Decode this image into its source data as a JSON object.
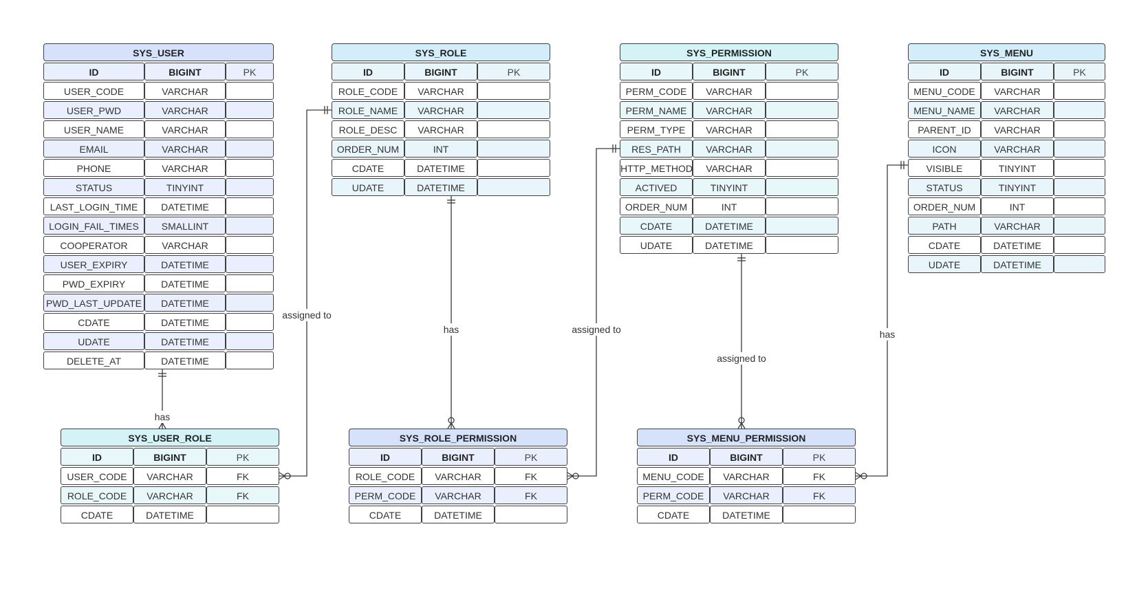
{
  "diagram": {
    "tables": [
      {
        "name": "SYS_USER",
        "title_color": "#d6e1fa",
        "alt_color": "#e9effc",
        "key_column_header": "PK",
        "rows": [
          [
            "ID",
            "BIGINT",
            "PK"
          ],
          [
            "USER_CODE",
            "VARCHAR",
            ""
          ],
          [
            "USER_PWD",
            "VARCHAR",
            ""
          ],
          [
            "USER_NAME",
            "VARCHAR",
            ""
          ],
          [
            "EMAIL",
            "VARCHAR",
            ""
          ],
          [
            "PHONE",
            "VARCHAR",
            ""
          ],
          [
            "STATUS",
            "TINYINT",
            ""
          ],
          [
            "LAST_LOGIN_TIME",
            "DATETIME",
            ""
          ],
          [
            "LOGIN_FAIL_TIMES",
            "SMALLINT",
            ""
          ],
          [
            "COOPERATOR",
            "VARCHAR",
            ""
          ],
          [
            "USER_EXPIRY",
            "DATETIME",
            ""
          ],
          [
            "PWD_EXPIRY",
            "DATETIME",
            ""
          ],
          [
            "PWD_LAST_UPDATE",
            "DATETIME",
            ""
          ],
          [
            "CDATE",
            "DATETIME",
            ""
          ],
          [
            "UDATE",
            "DATETIME",
            ""
          ],
          [
            "DELETE_AT",
            "DATETIME",
            ""
          ]
        ]
      },
      {
        "name": "SYS_ROLE",
        "title_color": "#d3eefa",
        "alt_color": "#e8f6fc",
        "rows": [
          [
            "ID",
            "BIGINT",
            "PK"
          ],
          [
            "ROLE_CODE",
            "VARCHAR",
            ""
          ],
          [
            "ROLE_NAME",
            "VARCHAR",
            ""
          ],
          [
            "ROLE_DESC",
            "VARCHAR",
            ""
          ],
          [
            "ORDER_NUM",
            "INT",
            ""
          ],
          [
            "CDATE",
            "DATETIME",
            ""
          ],
          [
            "UDATE",
            "DATETIME",
            ""
          ]
        ]
      },
      {
        "name": "SYS_PERMISSION",
        "title_color": "#d3f3f7",
        "alt_color": "#e8f8fa",
        "rows": [
          [
            "ID",
            "BIGINT",
            "PK"
          ],
          [
            "PERM_CODE",
            "VARCHAR",
            ""
          ],
          [
            "PERM_NAME",
            "VARCHAR",
            ""
          ],
          [
            "PERM_TYPE",
            "VARCHAR",
            ""
          ],
          [
            "RES_PATH",
            "VARCHAR",
            ""
          ],
          [
            "HTTP_METHOD",
            "VARCHAR",
            ""
          ],
          [
            "ACTIVED",
            "TINYINT",
            ""
          ],
          [
            "ORDER_NUM",
            "INT",
            ""
          ],
          [
            "CDATE",
            "DATETIME",
            ""
          ],
          [
            "UDATE",
            "DATETIME",
            ""
          ]
        ]
      },
      {
        "name": "SYS_MENU",
        "title_color": "#d3eefa",
        "alt_color": "#e8f6fc",
        "rows": [
          [
            "ID",
            "BIGINT",
            "PK"
          ],
          [
            "MENU_CODE",
            "VARCHAR",
            ""
          ],
          [
            "MENU_NAME",
            "VARCHAR",
            ""
          ],
          [
            "PARENT_ID",
            "VARCHAR",
            ""
          ],
          [
            "ICON",
            "VARCHAR",
            ""
          ],
          [
            "VISIBLE",
            "TINYINT",
            ""
          ],
          [
            "STATUS",
            "TINYINT",
            ""
          ],
          [
            "ORDER_NUM",
            "INT",
            ""
          ],
          [
            "PATH",
            "VARCHAR",
            ""
          ],
          [
            "CDATE",
            "DATETIME",
            ""
          ],
          [
            "UDATE",
            "DATETIME",
            ""
          ]
        ]
      },
      {
        "name": "SYS_USER_ROLE",
        "title_color": "#d3f3f7",
        "alt_color": "#e8f8fa",
        "rows": [
          [
            "ID",
            "BIGINT",
            "PK"
          ],
          [
            "USER_CODE",
            "VARCHAR",
            "FK"
          ],
          [
            "ROLE_CODE",
            "VARCHAR",
            "FK"
          ],
          [
            "CDATE",
            "DATETIME",
            ""
          ]
        ]
      },
      {
        "name": "SYS_ROLE_PERMISSION",
        "title_color": "#d6e1fa",
        "alt_color": "#e9effc",
        "rows": [
          [
            "ID",
            "BIGINT",
            "PK"
          ],
          [
            "ROLE_CODE",
            "VARCHAR",
            "FK"
          ],
          [
            "PERM_CODE",
            "VARCHAR",
            "FK"
          ],
          [
            "CDATE",
            "DATETIME",
            ""
          ]
        ]
      },
      {
        "name": "SYS_MENU_PERMISSION",
        "title_color": "#d6e1fa",
        "alt_color": "#e9effc",
        "rows": [
          [
            "ID",
            "BIGINT",
            "PK"
          ],
          [
            "MENU_CODE",
            "VARCHAR",
            "FK"
          ],
          [
            "PERM_CODE",
            "VARCHAR",
            "FK"
          ],
          [
            "CDATE",
            "DATETIME",
            ""
          ]
        ]
      }
    ],
    "relationships": [
      {
        "from": "SYS_USER",
        "to": "SYS_USER_ROLE",
        "label": "has"
      },
      {
        "from": "SYS_ROLE",
        "to": "SYS_USER_ROLE",
        "label": "assigned to"
      },
      {
        "from": "SYS_ROLE",
        "to": "SYS_ROLE_PERMISSION",
        "label": "has"
      },
      {
        "from": "SYS_PERMISSION",
        "to": "SYS_ROLE_PERMISSION",
        "label": "assigned to"
      },
      {
        "from": "SYS_PERMISSION",
        "to": "SYS_MENU_PERMISSION",
        "label": "assigned to"
      },
      {
        "from": "SYS_MENU",
        "to": "SYS_MENU_PERMISSION",
        "label": "has"
      }
    ],
    "line_color": "#3a3a3a",
    "cell_border_color": "#3f3f3f"
  }
}
